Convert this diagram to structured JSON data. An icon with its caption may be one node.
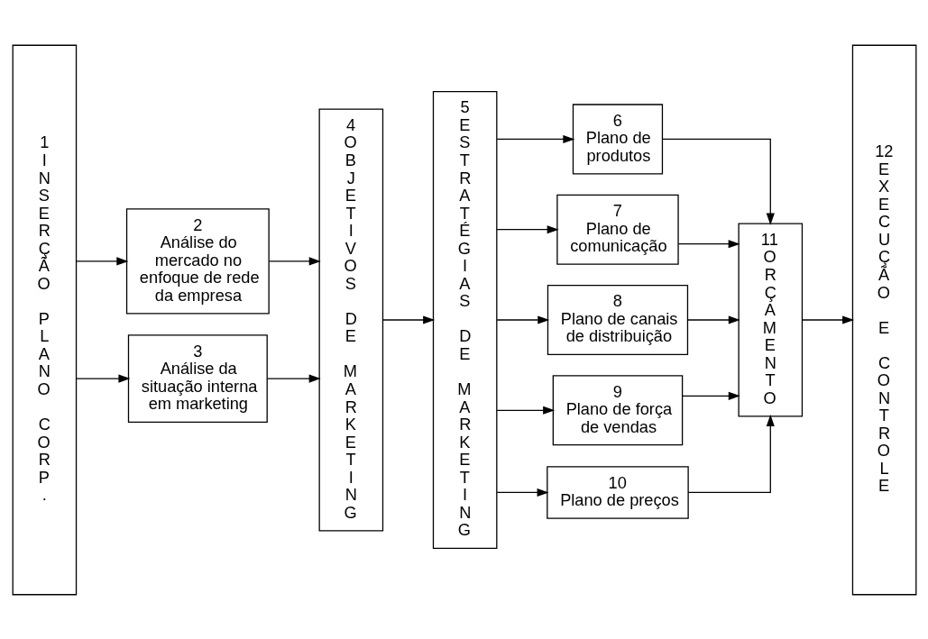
{
  "diagram": {
    "nodes": [
      {
        "text": [
          "1",
          "INSERÇÃO PLANO CORP."
        ]
      },
      {
        "text": [
          "2",
          "Análise do mercado no enfoque de rede da empresa"
        ]
      },
      {
        "text": [
          "3",
          "Análise da situação interna em marketing"
        ]
      },
      {
        "text": [
          "4",
          "OBJETIVOS DE MARKETING"
        ]
      },
      {
        "text": [
          "5",
          "ESTRATÉGIAS DE MARKETING"
        ]
      },
      {
        "text": [
          "6",
          "Plano de produtos"
        ]
      },
      {
        "text": [
          "7",
          "Plano de comunicação"
        ]
      },
      {
        "text": [
          "8",
          "Plano de canais de distribuição"
        ]
      },
      {
        "text": [
          "9",
          "Plano de força de vendas"
        ]
      },
      {
        "text": [
          "10",
          "Plano de preços"
        ]
      },
      {
        "text": [
          "11",
          "ORÇAMENTO"
        ]
      },
      {
        "text": [
          "12",
          "EXECUÇÃO E CONTROLE"
        ]
      }
    ],
    "edges": [
      {
        "from": 0,
        "to": 1,
        "arrow": "to"
      },
      {
        "from": 0,
        "to": 2,
        "arrow": "to"
      },
      {
        "from": 1,
        "to": 3,
        "arrow": "to"
      },
      {
        "from": 2,
        "to": 3,
        "arrow": "to"
      },
      {
        "from": 3,
        "to": 4,
        "arrow": "to"
      },
      {
        "from": 4,
        "to": 5,
        "arrow": "to"
      },
      {
        "from": 4,
        "to": 6,
        "arrow": "to"
      },
      {
        "from": 4,
        "to": 7,
        "arrow": "to"
      },
      {
        "from": 4,
        "to": 8,
        "arrow": "to"
      },
      {
        "from": 4,
        "to": 9,
        "arrow": "to"
      },
      {
        "from": 5,
        "to": 10,
        "arrow": "to"
      },
      {
        "from": 6,
        "to": 10,
        "arrow": "to"
      },
      {
        "from": 7,
        "to": 10,
        "arrow": "to"
      },
      {
        "from": 8,
        "to": 10,
        "arrow": "to"
      },
      {
        "from": 9,
        "to": 10,
        "arrow": "to"
      },
      {
        "from": 10,
        "to": 11,
        "arrow": "to"
      }
    ]
  }
}
